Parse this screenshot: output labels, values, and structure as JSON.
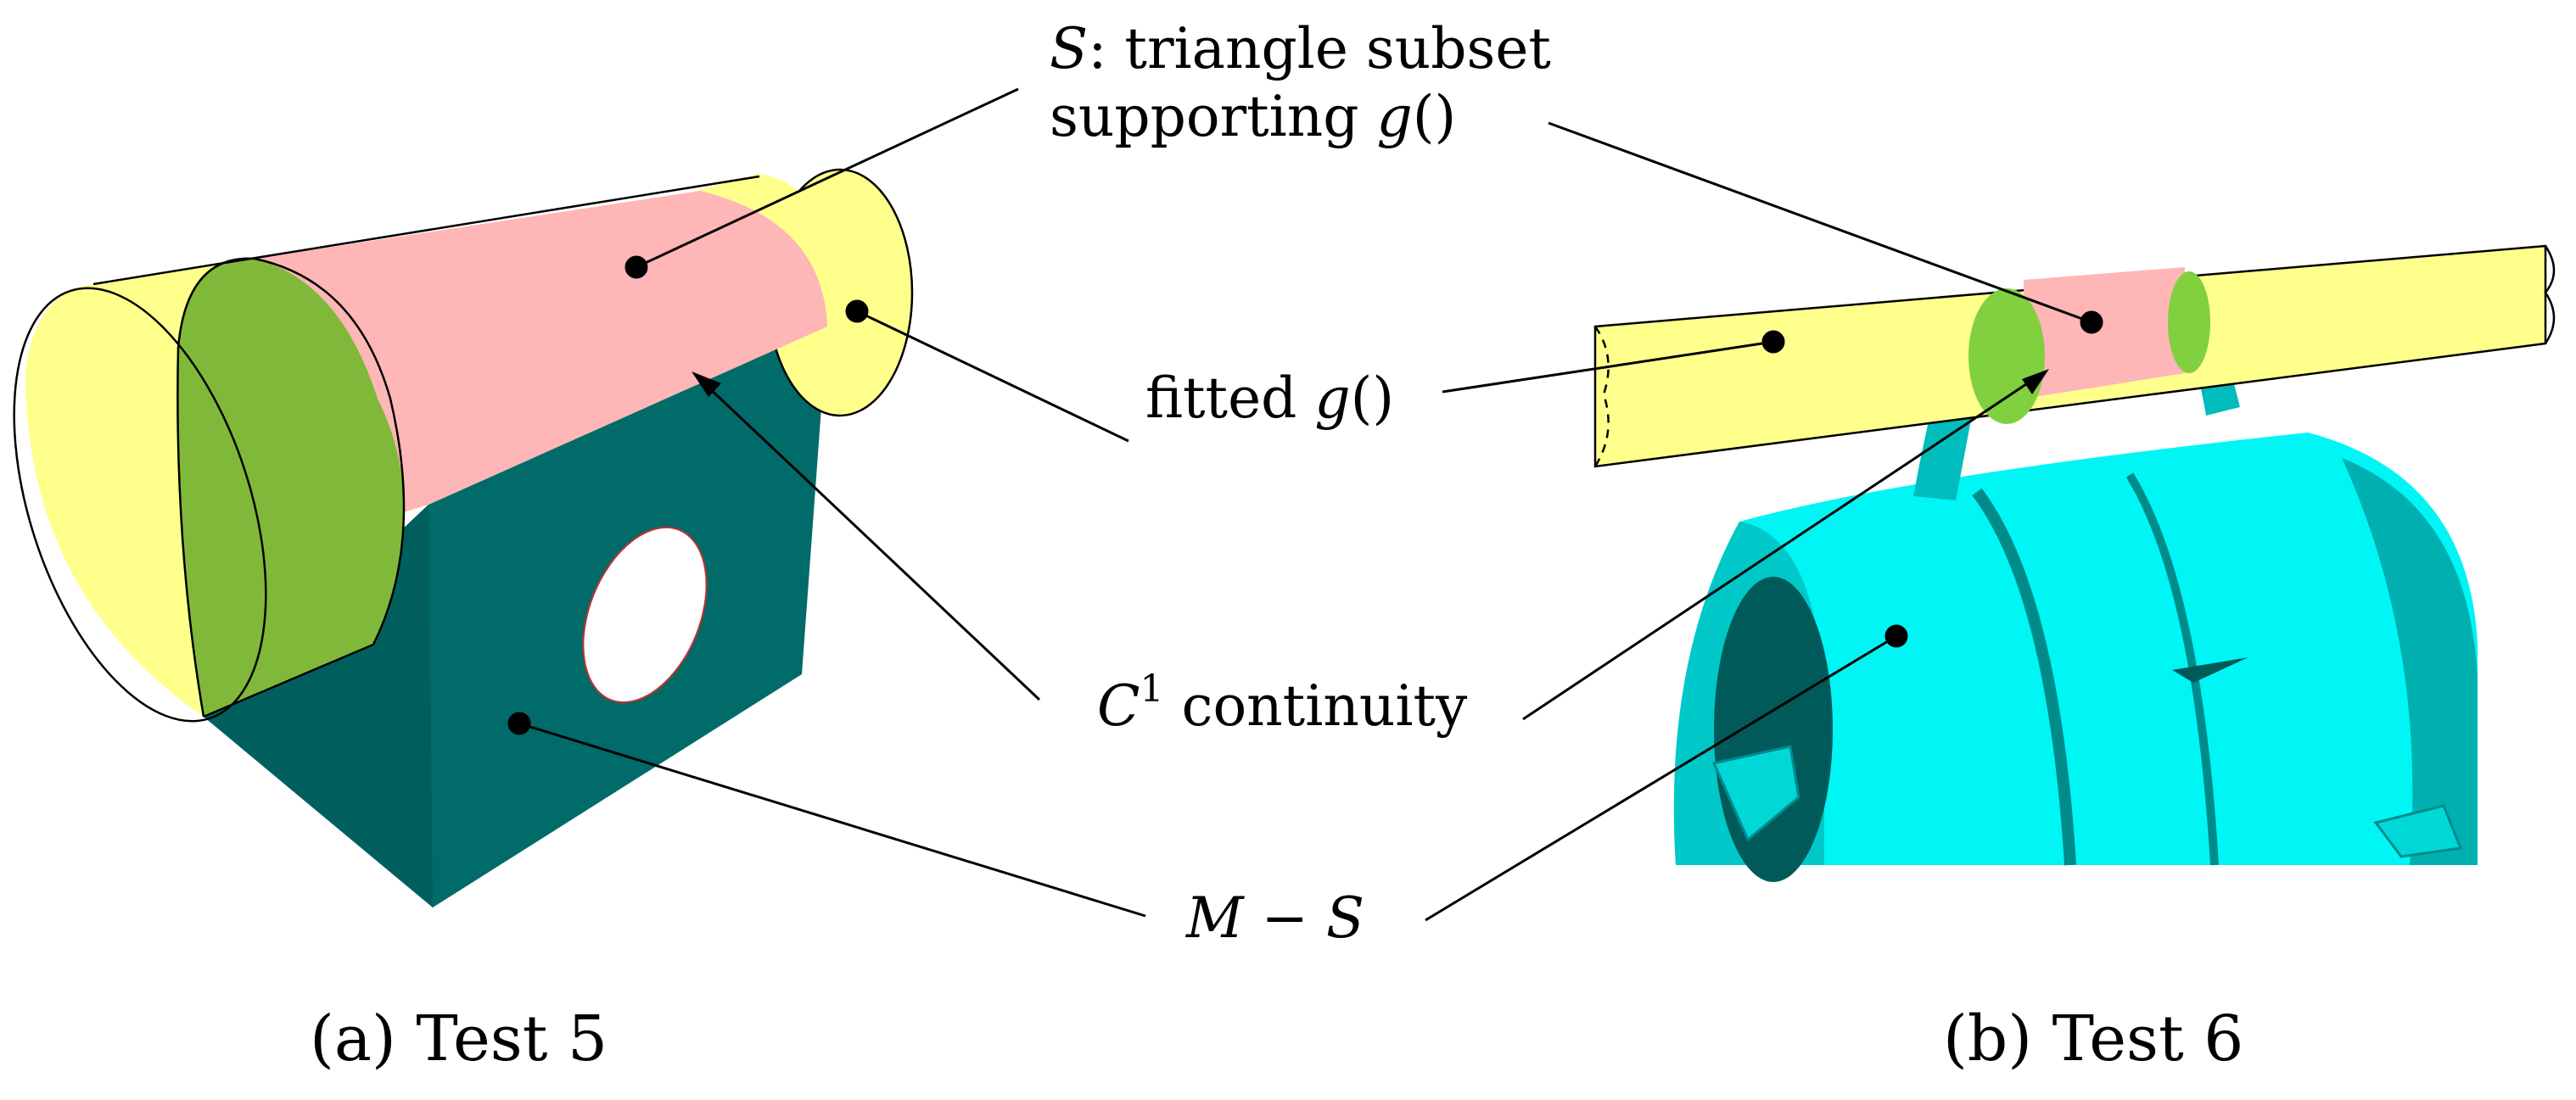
{
  "labels": {
    "s_math": "S",
    "s_line1_rest": ": triangle subset",
    "s_line2_text": "supporting ",
    "s_line2_math": "g",
    "s_line2_paren": "()",
    "fitted_text": "fitted ",
    "fitted_math": "g",
    "fitted_paren": "()",
    "c1_math": "C",
    "c1_sup": "1",
    "c1_text": " continuity",
    "ms_m": "M",
    "ms_minus": " − ",
    "ms_s": "S"
  },
  "captions": {
    "left": "(a) Test 5",
    "right": "(b) Test 6"
  },
  "colors": {
    "yellow_surface": "#ffff8c",
    "pink_subset": "#ffb6b6",
    "green_blend": "#80b93a",
    "teal_body": "#006b69",
    "cyan_part": "#00f5f5",
    "cyan_dark": "#008b8b"
  }
}
